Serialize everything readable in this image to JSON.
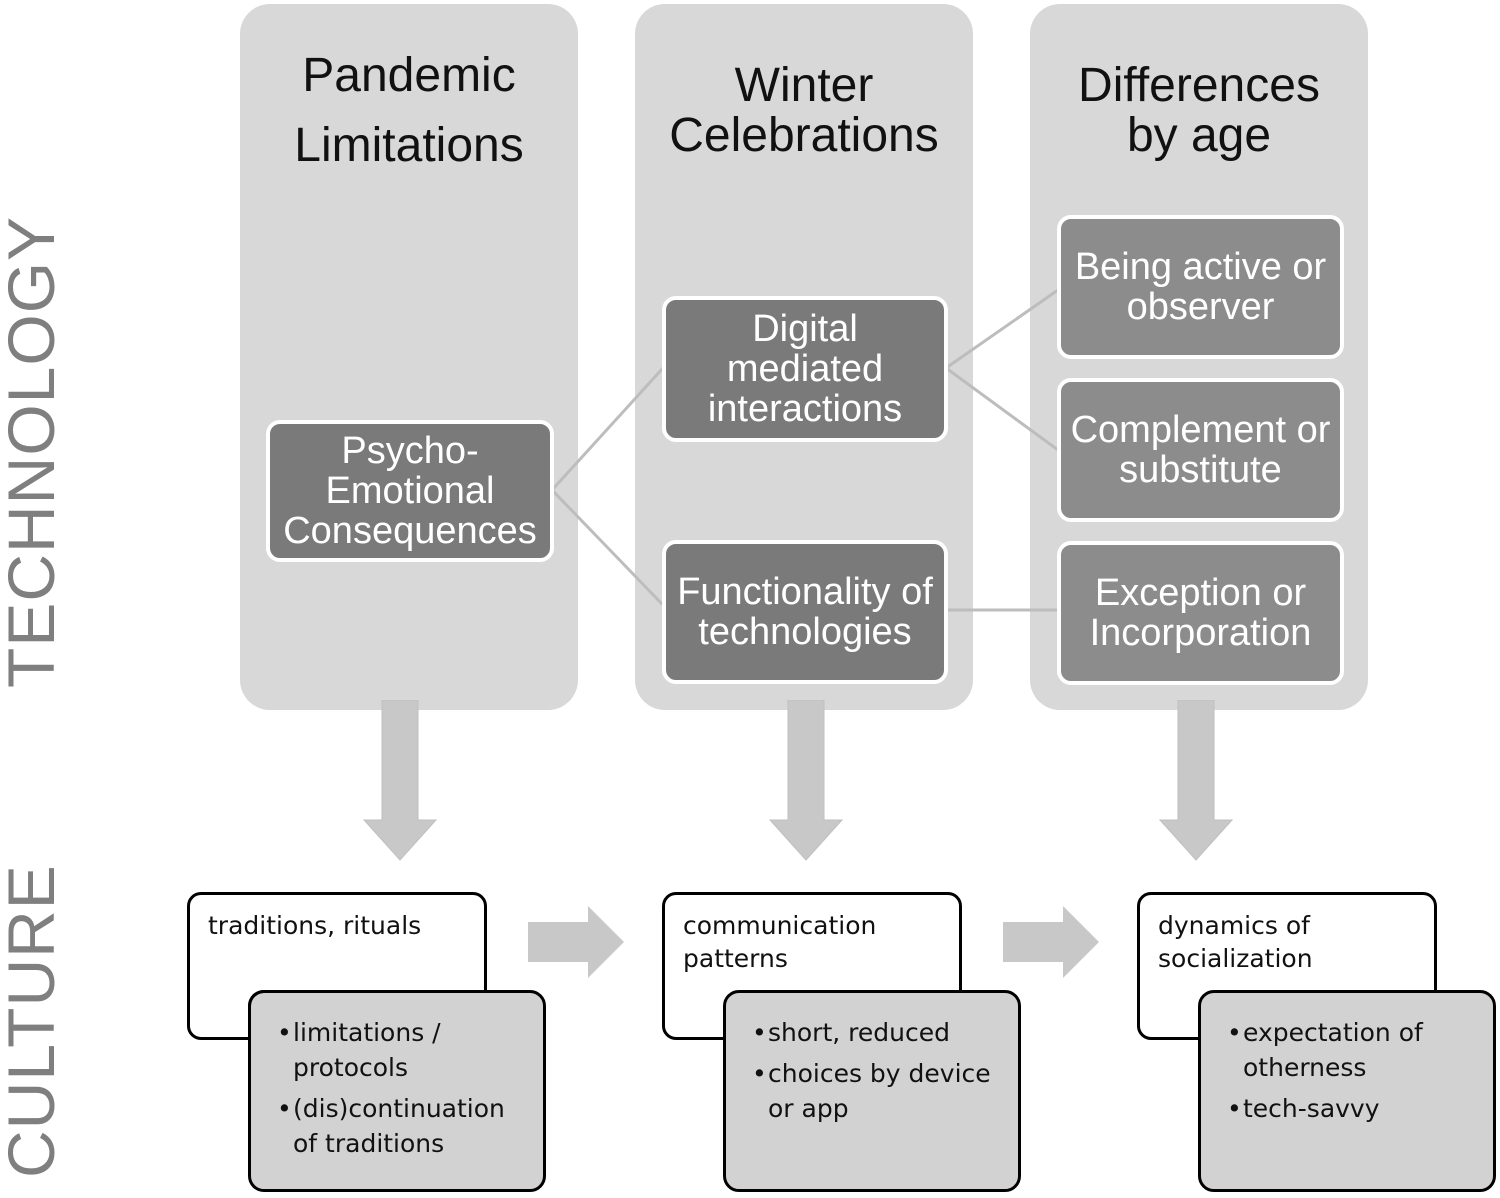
{
  "side_labels": {
    "technology": "TECHNOLOGY",
    "culture": "CULTURE"
  },
  "columns": [
    {
      "title_lines": [
        "Pandemic",
        "Limitations"
      ]
    },
    {
      "title_lines": [
        "Winter",
        "Celebrations"
      ]
    },
    {
      "title_lines": [
        "Differences",
        "by age"
      ]
    }
  ],
  "tech_boxes": {
    "psycho": [
      "Psycho-",
      "Emotional",
      "Consequences"
    ],
    "digital": [
      "Digital",
      "mediated",
      "interactions"
    ],
    "functionality": [
      "Functionality of",
      "technologies"
    ],
    "active": [
      "Being active or",
      "observer"
    ],
    "complement": [
      "Complement or",
      "substitute"
    ],
    "exception": [
      "Exception or",
      "Incorporation"
    ]
  },
  "culture_boxes": [
    {
      "heading_lines": [
        "traditions, rituals"
      ],
      "bullets": [
        [
          "limitations /",
          "protocols"
        ],
        [
          "(dis)continuation",
          "of traditions"
        ]
      ]
    },
    {
      "heading_lines": [
        "communication",
        "patterns"
      ],
      "bullets": [
        [
          "short, reduced"
        ],
        [
          "choices by device",
          "or app"
        ]
      ]
    },
    {
      "heading_lines": [
        "dynamics of",
        "socialization"
      ],
      "bullets": [
        [
          "expectation of",
          "otherness"
        ],
        [
          "tech-savvy"
        ]
      ]
    }
  ],
  "colors": {
    "column_bg": "#d8d8d8",
    "tech_box": "#8c8c8c",
    "arrow": "#c8c8c8",
    "label_gray": "#7f7f7f",
    "culture_detail_bg": "#d2d2d2"
  }
}
